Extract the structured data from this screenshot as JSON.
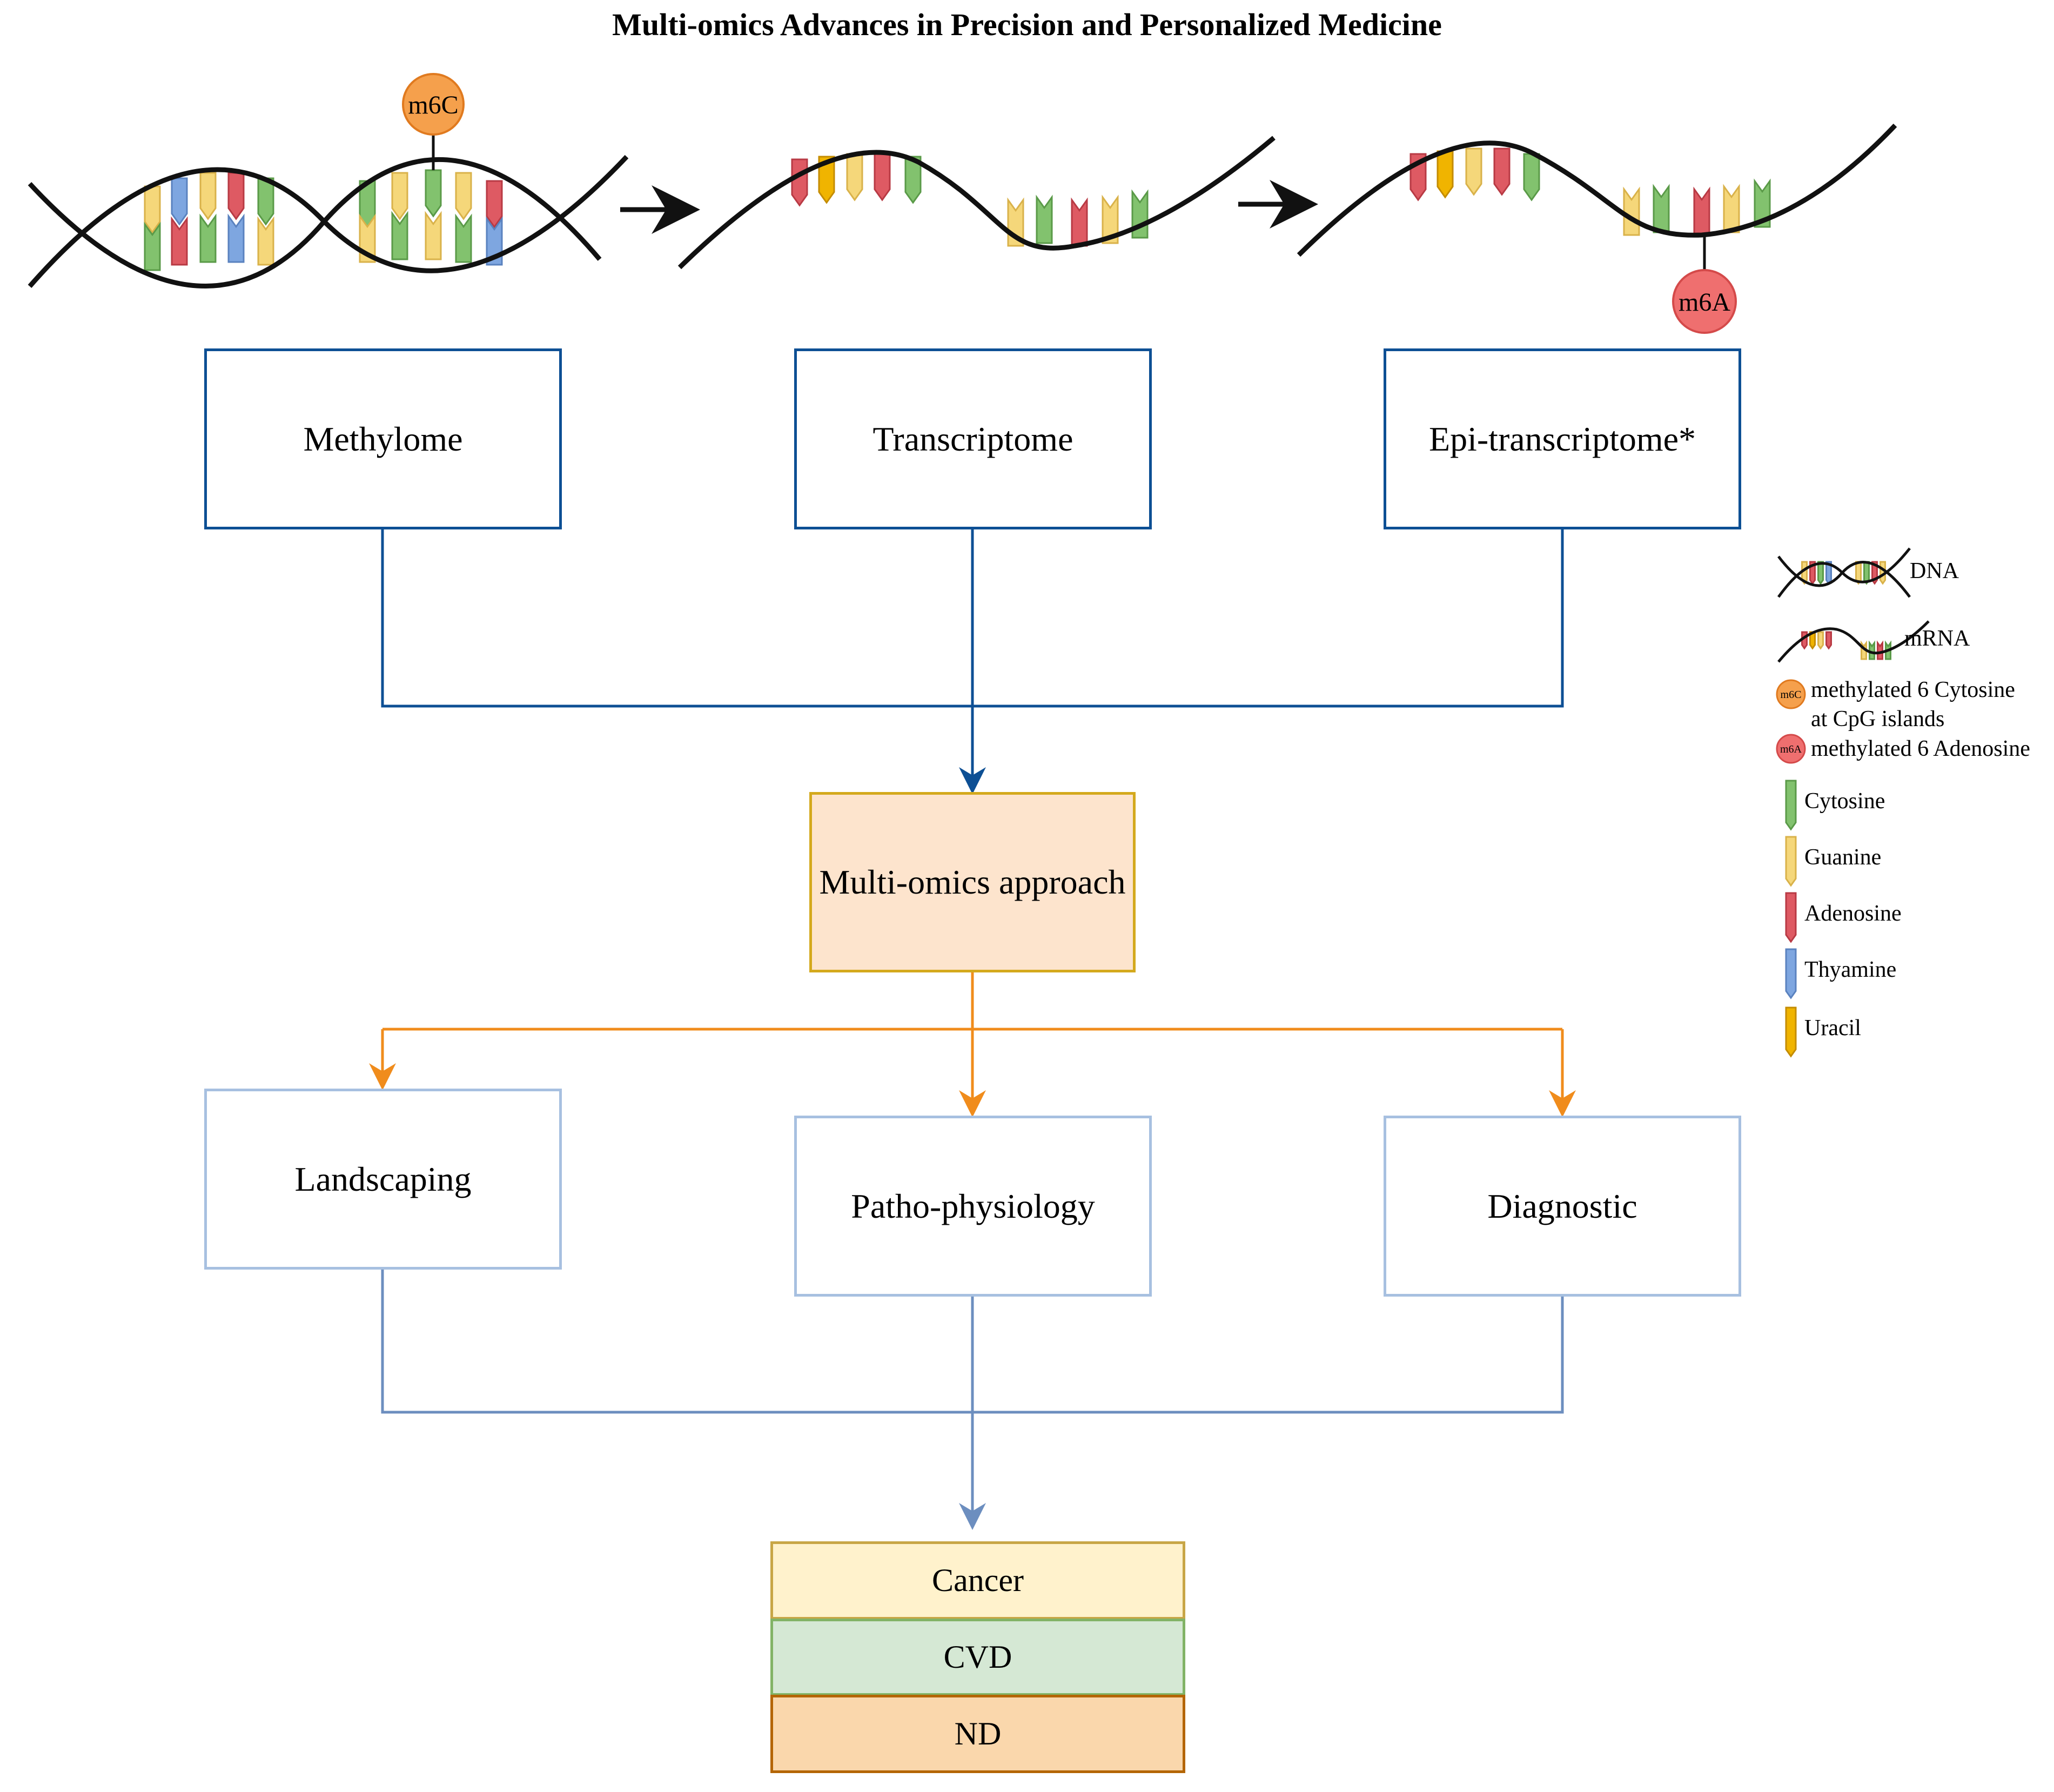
{
  "title": "Multi-omics Advances in Precision and Personalized Medicine",
  "omics": {
    "methylome": "Methylome",
    "transcriptome": "Transcriptome",
    "epitranscriptome": "Epi-transcriptome*"
  },
  "approach": "Multi-omics approach",
  "outcomes": {
    "landscaping": "Landscaping",
    "pathophysiology": "Patho-physiology",
    "diagnostic": "Diagnostic"
  },
  "diseases": {
    "cancer": "Cancer",
    "cvd": "CVD",
    "nd": "ND"
  },
  "badges": {
    "m6c": "m6C",
    "m6a": "m6A"
  },
  "legend": {
    "dna": "DNA",
    "mrna": "mRNA",
    "m6c_line1": "methylated 6 Cytosine",
    "m6c_line2": "at CpG islands",
    "m6a": "methylated 6 Adenosine",
    "cytosine": "Cytosine",
    "guanine": "Guanine",
    "adenosine": "Adenosine",
    "thyamine": "Thyamine",
    "uracil": "Uracil"
  },
  "colors": {
    "omics_border": "#0d4f94",
    "approach_fill": "#fde4cd",
    "approach_border": "#d4a91d",
    "orange_arrow": "#f08c1c",
    "outcome_border": "#a7c0e0",
    "cancer_fill": "#fff2cc",
    "cvd_fill": "#d5e8d4",
    "nd_fill": "#fad7ac",
    "cytosine": "#82c26e",
    "guanine": "#f5d77a",
    "adenosine": "#de5a63",
    "thyamine": "#7ea6e0",
    "uracil": "#f0b400",
    "m6c_badge": "#f5a04c",
    "m6a_badge": "#ef6f6f"
  }
}
